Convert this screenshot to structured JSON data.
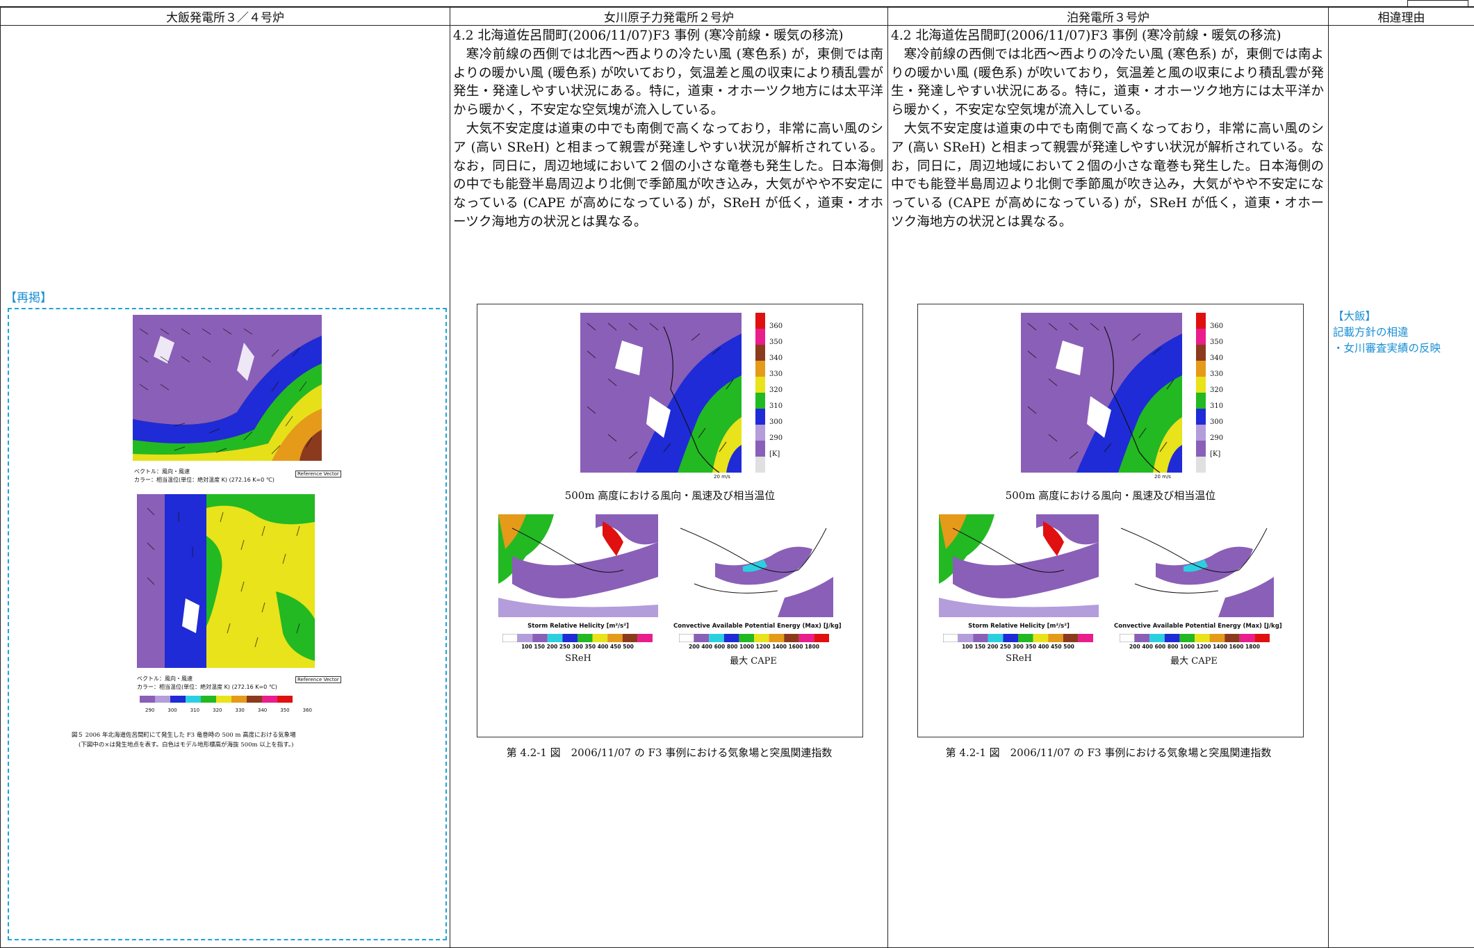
{
  "header": {
    "col1": "大飯発電所３／４号炉",
    "col2": "女川原子力発電所２号炉",
    "col3": "泊発電所３号炉",
    "col4": "相違理由"
  },
  "body_text": {
    "heading": "4.2 北海道佐呂間町(2006/11/07)F3 事例 (寒冷前線・暖気の移流)",
    "para1": "寒冷前線の西側では北西～西よりの冷たい風 (寒色系) が，東側では南よりの暖かい風 (暖色系) が吹いており，気温差と風の収束により積乱雲が発生・発達しやすい状況にある。特に，道東・オホーツク地方には太平洋から暖かく，不安定な空気塊が流入している。",
    "para2": "大気不安定度は道東の中でも南側で高くなっており，非常に高い風のシア (高い SReH) と相まって親雲が発達しやすい状況が解析されている。なお，同日に，周辺地域において２個の小さな竜巻も発生した。日本海側の中でも能登半島周辺より北側で季節風が吹き込み，大気がやや不安定になっている (CAPE が高めになっている) が，SReH が低く，道東・オホーツク海地方の状況とは異なる。"
  },
  "figure": {
    "top_caption": "500m 高度における風向・風速及び相当温位",
    "colorbar_ticks": [
      "360",
      "350",
      "340",
      "330",
      "320",
      "310",
      "300",
      "290"
    ],
    "colorbar_unit": "[K]",
    "ref_vector": "20 m/s",
    "sreh_title": "Storm Relative Helicity [m²/s²]",
    "sreh_ticks": "100 150 200 250 300 350 400 450 500",
    "sreh_caption": "SReH",
    "cape_title": "Convective Available Potential Energy (Max) [J/kg]",
    "cape_ticks": "200 400 600 800 1000 1200 1400 1600 1800",
    "cape_caption": "最大 CAPE",
    "fig_caption": "第 4.2-1 図　2006/11/07 の F3 事例における気象場と突風関連指数"
  },
  "ohi": {
    "repost_label": "【再掲】",
    "legend1a": "ベクトル：風向・風速",
    "legend1b": "カラー：相当温位(単位：絶対温度 K) (272.16 K=0 ℃)",
    "legend_ref": "Reference Vector",
    "legend2a": "ベクトル：風向・風速",
    "legend2b": "カラー：相当温位(単位：絶対温度 K) (272.16 K=0 ℃)",
    "scale_ticks": [
      "290",
      "300",
      "310",
      "320",
      "330",
      "340",
      "350",
      "360"
    ],
    "fig_caption1": "図５ 2006 年北海道佐呂間町にて発生した F3 竜巻時の 500 m 高度における気象場",
    "fig_caption2": "(下図中の×は発生地点を表す。白色はモデル地形標高が海抜 500m 以上を指す。)"
  },
  "reason": {
    "tag": "【大飯】",
    "line1": "記載方針の相違",
    "line2": "・女川審査実績の反映"
  },
  "colors": {
    "accent_blue": "#1a8fd4",
    "dash_blue": "#1ea3d8"
  }
}
